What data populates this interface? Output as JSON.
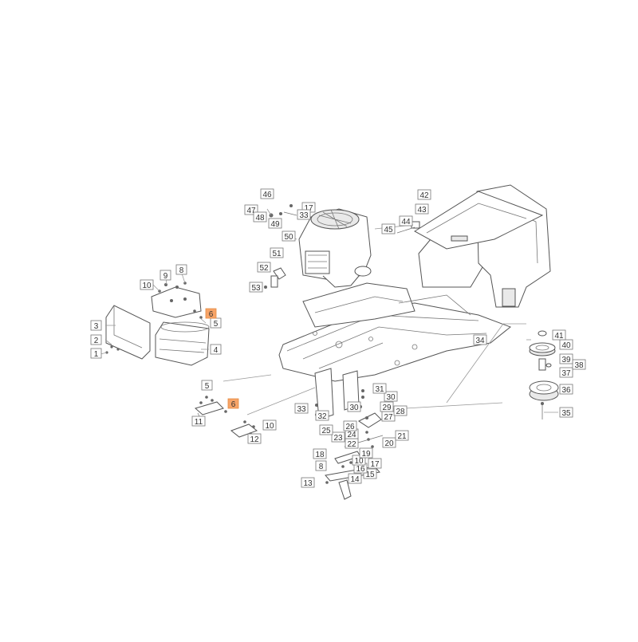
{
  "callouts": {
    "c1": "1",
    "c2": "2",
    "c3": "3",
    "c4": "4",
    "c5": "5",
    "c6": "6",
    "c5b": "5",
    "c6b": "6",
    "c8": "8",
    "c9": "9",
    "c10": "10",
    "c10b": "10",
    "c11": "11",
    "c12": "12",
    "c13": "13",
    "c14": "14",
    "c15": "15",
    "c16": "16",
    "c17": "17",
    "c17b": "17",
    "c18": "18",
    "c8b": "8",
    "c10c": "10",
    "c19": "19",
    "c20": "20",
    "c21": "21",
    "c22": "22",
    "c23": "23",
    "c24": "24",
    "c25": "25",
    "c26": "26",
    "c27": "27",
    "c28": "28",
    "c29": "29",
    "c30": "30",
    "c30b": "30",
    "c31": "31",
    "c32": "32",
    "c33": "33",
    "c33b": "33",
    "c34": "34",
    "c35": "35",
    "c36": "36",
    "c37": "37",
    "c38": "38",
    "c39": "39",
    "c40": "40",
    "c41": "41",
    "c42": "42",
    "c43": "43",
    "c44": "44",
    "c45": "45",
    "c46": "46",
    "c47": "47",
    "c48": "48",
    "c49": "49",
    "c50": "50",
    "c51": "51",
    "c52": "52",
    "c53": "53"
  },
  "colors": {
    "highlight_fill": "#f7a468",
    "highlight_stroke": "#e58a40",
    "label_stroke": "#777777",
    "line": "#555555"
  }
}
